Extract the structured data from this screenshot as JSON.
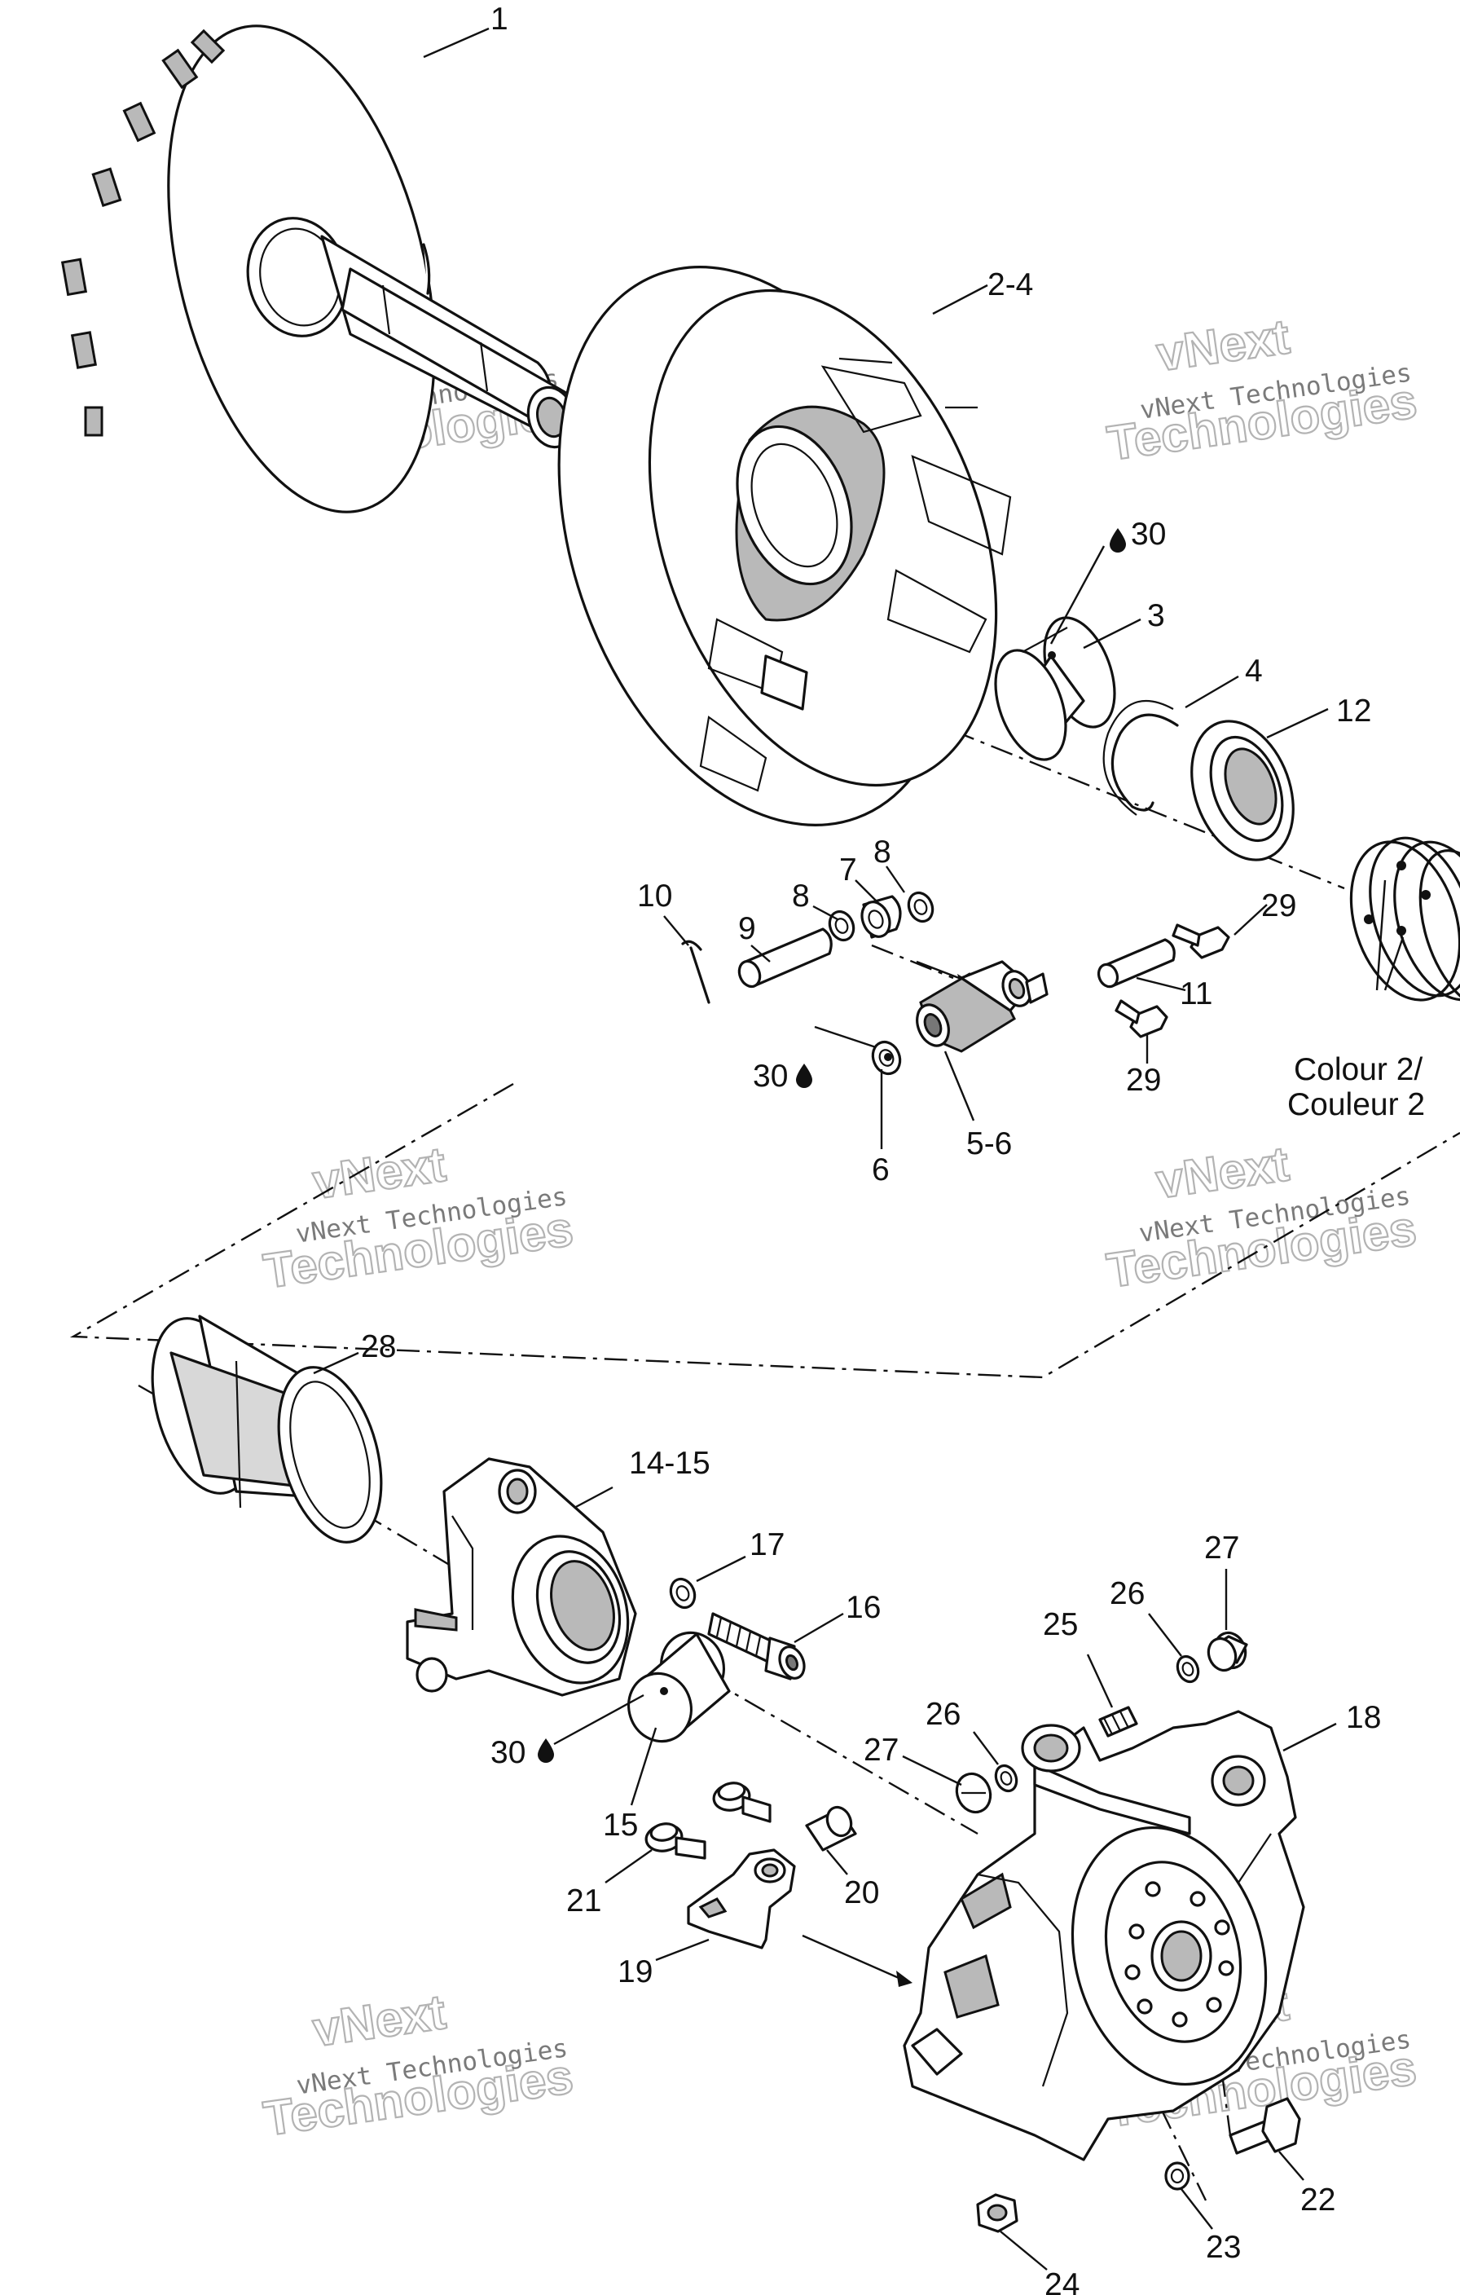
{
  "diagram": {
    "callouts": {
      "c1": "1",
      "c2_4": "2-4",
      "c30_top": "30",
      "c3": "3",
      "c4": "4",
      "c12": "12",
      "c8a": "8",
      "c8b": "8",
      "c7": "7",
      "c10": "10",
      "c9": "9",
      "c29a": "29",
      "c11": "11",
      "c29b": "29",
      "c30_mid": "30",
      "c6": "6",
      "c5_6": "5-6",
      "c28": "28",
      "c14_15": "14-15",
      "c17": "17",
      "c16": "16",
      "c30_low": "30",
      "c15": "15",
      "c27a": "27",
      "c26a": "26",
      "c25": "25",
      "c26b": "26",
      "c27b": "27",
      "c18": "18",
      "c21": "21",
      "c20": "20",
      "c19": "19",
      "c22": "22",
      "c23": "23",
      "c24": "24"
    },
    "colour_label_line1": "Colour 2/",
    "colour_label_line2": "Couleur 2",
    "watermark": {
      "small": "vNext Technologies",
      "large_line1": "vNext",
      "large_line2": "Technologies"
    }
  }
}
